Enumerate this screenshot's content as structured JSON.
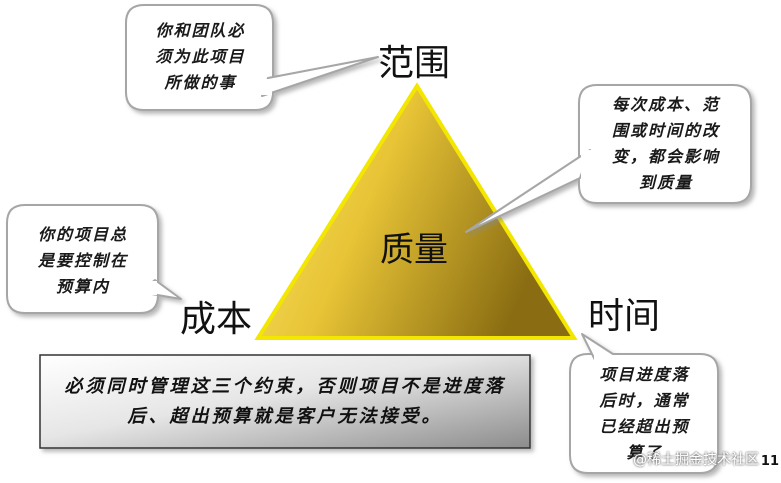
{
  "vertices": {
    "top": "范围",
    "left": "成本",
    "right": "时间",
    "center": "质量"
  },
  "callouts": {
    "scope": [
      "你和团队必",
      "须为此项目",
      "所做的事"
    ],
    "cost": [
      "你的项目总",
      "是要控制在",
      "预算内"
    ],
    "quality": [
      "每次成本、范",
      "围或时间的改",
      "变，都会影响",
      "到质量"
    ],
    "time": [
      "项目进度落",
      "后时，通常",
      "已经超出预",
      "算了"
    ]
  },
  "summary": "必须同时管理这三个约束，否则项目不是进度落后、超出预算就是客户无法接受。",
  "watermark": "@稀土掘金技术社区",
  "page_number": "11",
  "colors": {
    "triangle_light": "#f6e04a",
    "triangle_dark": "#8a6d12",
    "triangle_edge": "#f3e600",
    "callout_border": "#a6a6a6",
    "summary_light": "#ffffff",
    "summary_dark": "#8c8c8c"
  }
}
